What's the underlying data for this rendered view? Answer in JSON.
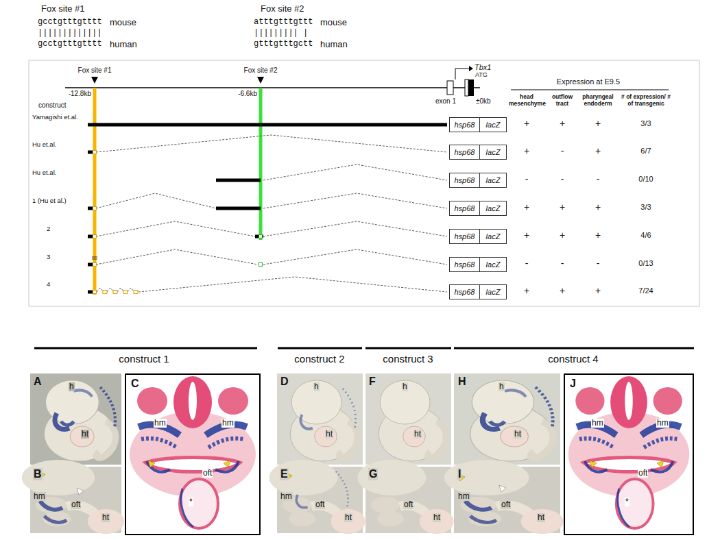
{
  "diagram": {
    "nodes": [
      {
        "text": [
          "hsp68"
        ]
      },
      {
        "text": [
          "lacZ"
        ]
      },
      {
        "text": [
          "hsp68"
        ]
      },
      {
        "text": [
          "lacZ"
        ]
      },
      {
        "text": [
          "hsp68"
        ]
      },
      {
        "text": [
          "lacZ"
        ]
      },
      {
        "text": [
          "hsp68"
        ]
      },
      {
        "text": [
          "lacZ"
        ]
      },
      {
        "text": [
          "hsp68"
        ]
      },
      {
        "text": [
          "lacZ"
        ]
      },
      {
        "text": [
          "hsp68"
        ]
      },
      {
        "text": [
          "lacZ"
        ]
      },
      {
        "text": [
          "hsp68"
        ]
      },
      {
        "text": [
          "lacZ"
        ]
      },
      {
        "text": [
          "A",
          "h",
          "ht"
        ]
      },
      {
        "text": [
          "B",
          "hm",
          "oft",
          "ht"
        ]
      },
      {
        "text": [
          "C",
          "hm",
          "hm",
          "oft",
          "*"
        ]
      },
      {
        "text": [
          "D",
          "h",
          "ht"
        ]
      },
      {
        "text": [
          "E",
          "hm",
          "oft",
          "ht"
        ]
      },
      {
        "text": [
          "F",
          "h",
          "ht"
        ]
      },
      {
        "text": [
          "G",
          "oft",
          "ht"
        ]
      },
      {
        "text": [
          "H",
          "h",
          "ht"
        ]
      },
      {
        "text": [
          "I",
          "hm",
          "oft",
          "ht"
        ]
      },
      {
        "text": [
          "J",
          "hm",
          "hm",
          "oft",
          "*"
        ]
      }
    ],
    "labels": [
      "Fox site #1",
      "gcctgtttgtttt",
      "mouse",
      "|||||||||||||",
      "gcctgtttgtttt",
      "human",
      "Fox site #2",
      "atttgtttgttt",
      "mouse",
      "||||||||| |",
      "gtttgtttgctt",
      "human",
      "Fox site #1",
      "Fox site #2",
      "Tbx1",
      "ATG",
      "-12.8kb",
      "-6.6kb",
      "construct",
      "exon 1",
      "±0kb",
      "Expression at E9.5",
      "head mesenchyme",
      "outflow tract",
      "pharyngeal endoderm",
      "# of expression/ # of transgenic",
      "Yamagishi et.al.",
      "+",
      "+",
      "+",
      "3/3",
      "Hu et.al.",
      "+",
      "-",
      "+",
      "6/7",
      "Hu et.al.",
      "-",
      "-",
      "-",
      "0/10",
      "1 (Hu et al.)",
      "+",
      "+",
      "+",
      "3/3",
      "2",
      "+",
      "+",
      "+",
      "4/6",
      "3",
      "-",
      "-",
      "-",
      "0/13",
      "4",
      "+",
      "+",
      "+",
      "7/24",
      "construct 1",
      "construct 2",
      "construct 3",
      "construct 4"
    ]
  }
}
